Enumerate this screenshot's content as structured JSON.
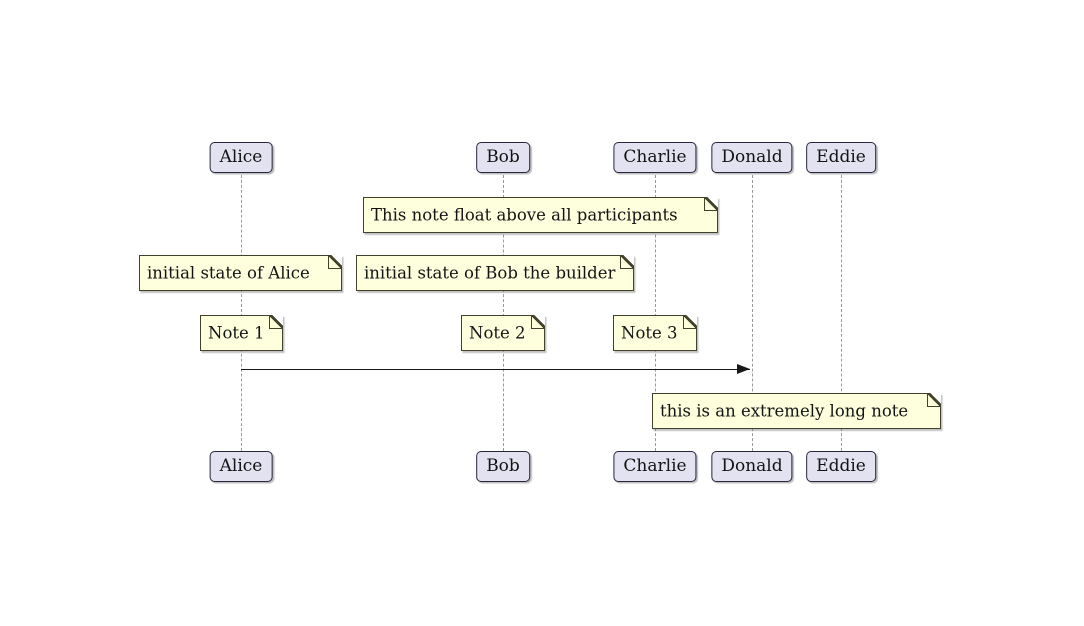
{
  "diagram": {
    "type": "sequence-diagram",
    "participants": [
      {
        "name": "Alice"
      },
      {
        "name": "Bob"
      },
      {
        "name": "Charlie"
      },
      {
        "name": "Donald"
      },
      {
        "name": "Eddie"
      }
    ],
    "notes": [
      {
        "text": "This note float above all participants"
      },
      {
        "text": "initial state of Alice"
      },
      {
        "text": "initial state of Bob the builder"
      },
      {
        "text": "Note 1"
      },
      {
        "text": "Note 2"
      },
      {
        "text": "Note 3"
      },
      {
        "text": "this is an extremely long note"
      }
    ],
    "messages": [
      {
        "from": "Alice",
        "to": "Donald",
        "label": ""
      }
    ],
    "colors": {
      "background": "#FFFFFF",
      "participant_fill": "#E2E2F0",
      "participant_border": "#25253D",
      "note_fill": "#FEFFDD",
      "note_border": "#42422C",
      "lifeline": "#9A9A9A",
      "arrow": "#181818",
      "text": "#131313"
    }
  }
}
